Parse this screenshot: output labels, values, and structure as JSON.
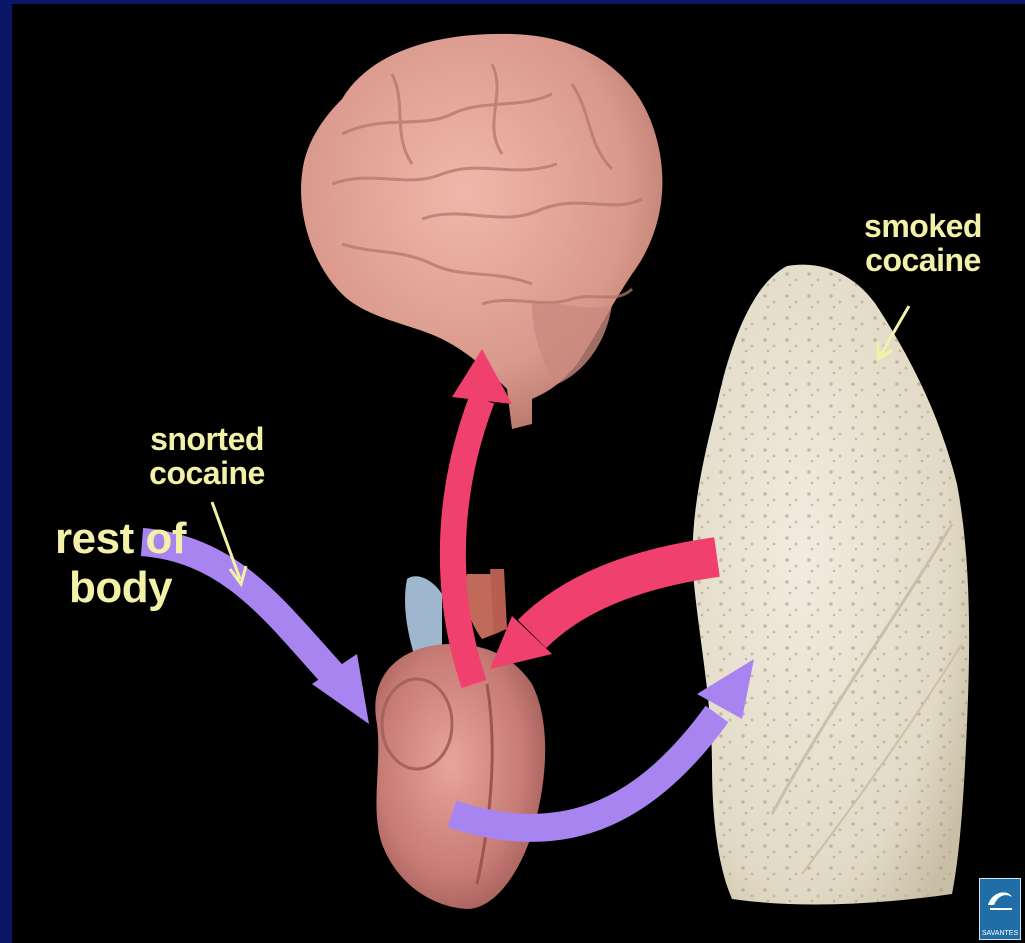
{
  "labels": {
    "smoked": [
      "smoked",
      "cocaine"
    ],
    "snorted": [
      "snorted",
      "cocaine"
    ],
    "rest_of_body": [
      "rest of",
      "body"
    ]
  },
  "logo": {
    "text": "SAVANTES"
  },
  "colors": {
    "background": "#000000",
    "frame": "#0b1766",
    "label_text": "#f3f0a8",
    "pink_arrow": "#f0416e",
    "purple_arrow": "#a884f0",
    "brain": "#d9998c",
    "heart": "#c77b75",
    "lung": "#e6e0cf"
  },
  "organs": [
    "brain",
    "heart",
    "lung"
  ]
}
